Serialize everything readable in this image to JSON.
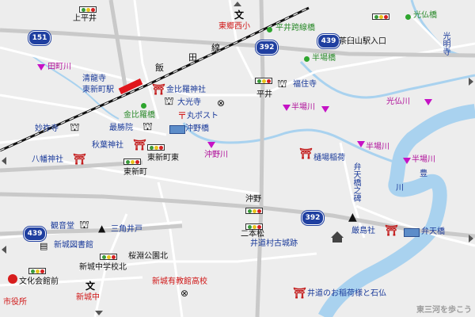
{
  "map": {
    "credit": "東三河を歩こう",
    "routes": {
      "r151": "151",
      "r392_north": "392",
      "r439_east": "439",
      "r392_south": "392",
      "r439_west": "439"
    },
    "rail_label": [
      "飯",
      "田",
      "線"
    ],
    "stations": {
      "higashi_shinmachi": "東新町駅",
      "chaus_yama": "茶臼山駅入口"
    },
    "places": {
      "kamihirai": "上平井",
      "seiryuji": "清龍寺",
      "higashi_sho": "東郷西小",
      "hiraiseki": "平井跨線橋",
      "kouboku": "光仏橋",
      "kokomyoji": "光明寺",
      "tadagawa": "田町川",
      "konpira_shrine": "金比羅神社",
      "daikoji": "大光寺",
      "hanbabashi": "半場橋",
      "fukushinji": "福住寺",
      "hirai": "平井",
      "konpirabashi": "金比羅橋",
      "marupost": "丸ポスト",
      "hanbagawa1": "半場川",
      "kobutsugawa": "光仏川",
      "myosaiji": "妙祚寺",
      "saishoin": "最勝院",
      "okinobashi": "沖野橋",
      "akibajinja": "秋葉神社",
      "hachimanjinja": "八幡神社",
      "higashi_shinmachi_higashi": "東新町東",
      "okinogawa": "沖野川",
      "hibainari": "樋場稲荷",
      "hanbagawa2": "半場川",
      "hanbagawa3": "半場川",
      "higashi_shinmachi": "東新町",
      "benten_stele": "弁天橋之碑",
      "yutaka": "豊",
      "kawa": "川",
      "okino": "沖野",
      "kannondo": "観音堂",
      "sankakuido": "三角井戸",
      "nihonmatsu": "二本松",
      "itsushima": "厳島社",
      "bentenbashi": "弁天橋",
      "shinshiro_library": "新城図書館",
      "sakurabuchi": "桜淵公園北",
      "idoshiro": "井道村古城跡",
      "shinshiro_chugaku_kita": "新城中学校北",
      "shiyakusho": "市役所",
      "bunka_kaikan": "文化会館前",
      "shinshiro_yukyo": "新城有教館高校",
      "shinshiro_chu": "新城中",
      "idoinari": "井道のお稲荷様と石仏"
    }
  },
  "colors": {
    "road_major": "#c9c9c9",
    "road_minor": "#ffffff",
    "river": "#a9d2ef",
    "rail": "#111111",
    "rail_active": "#e0161c",
    "route_shield": "#1f3fa0"
  }
}
